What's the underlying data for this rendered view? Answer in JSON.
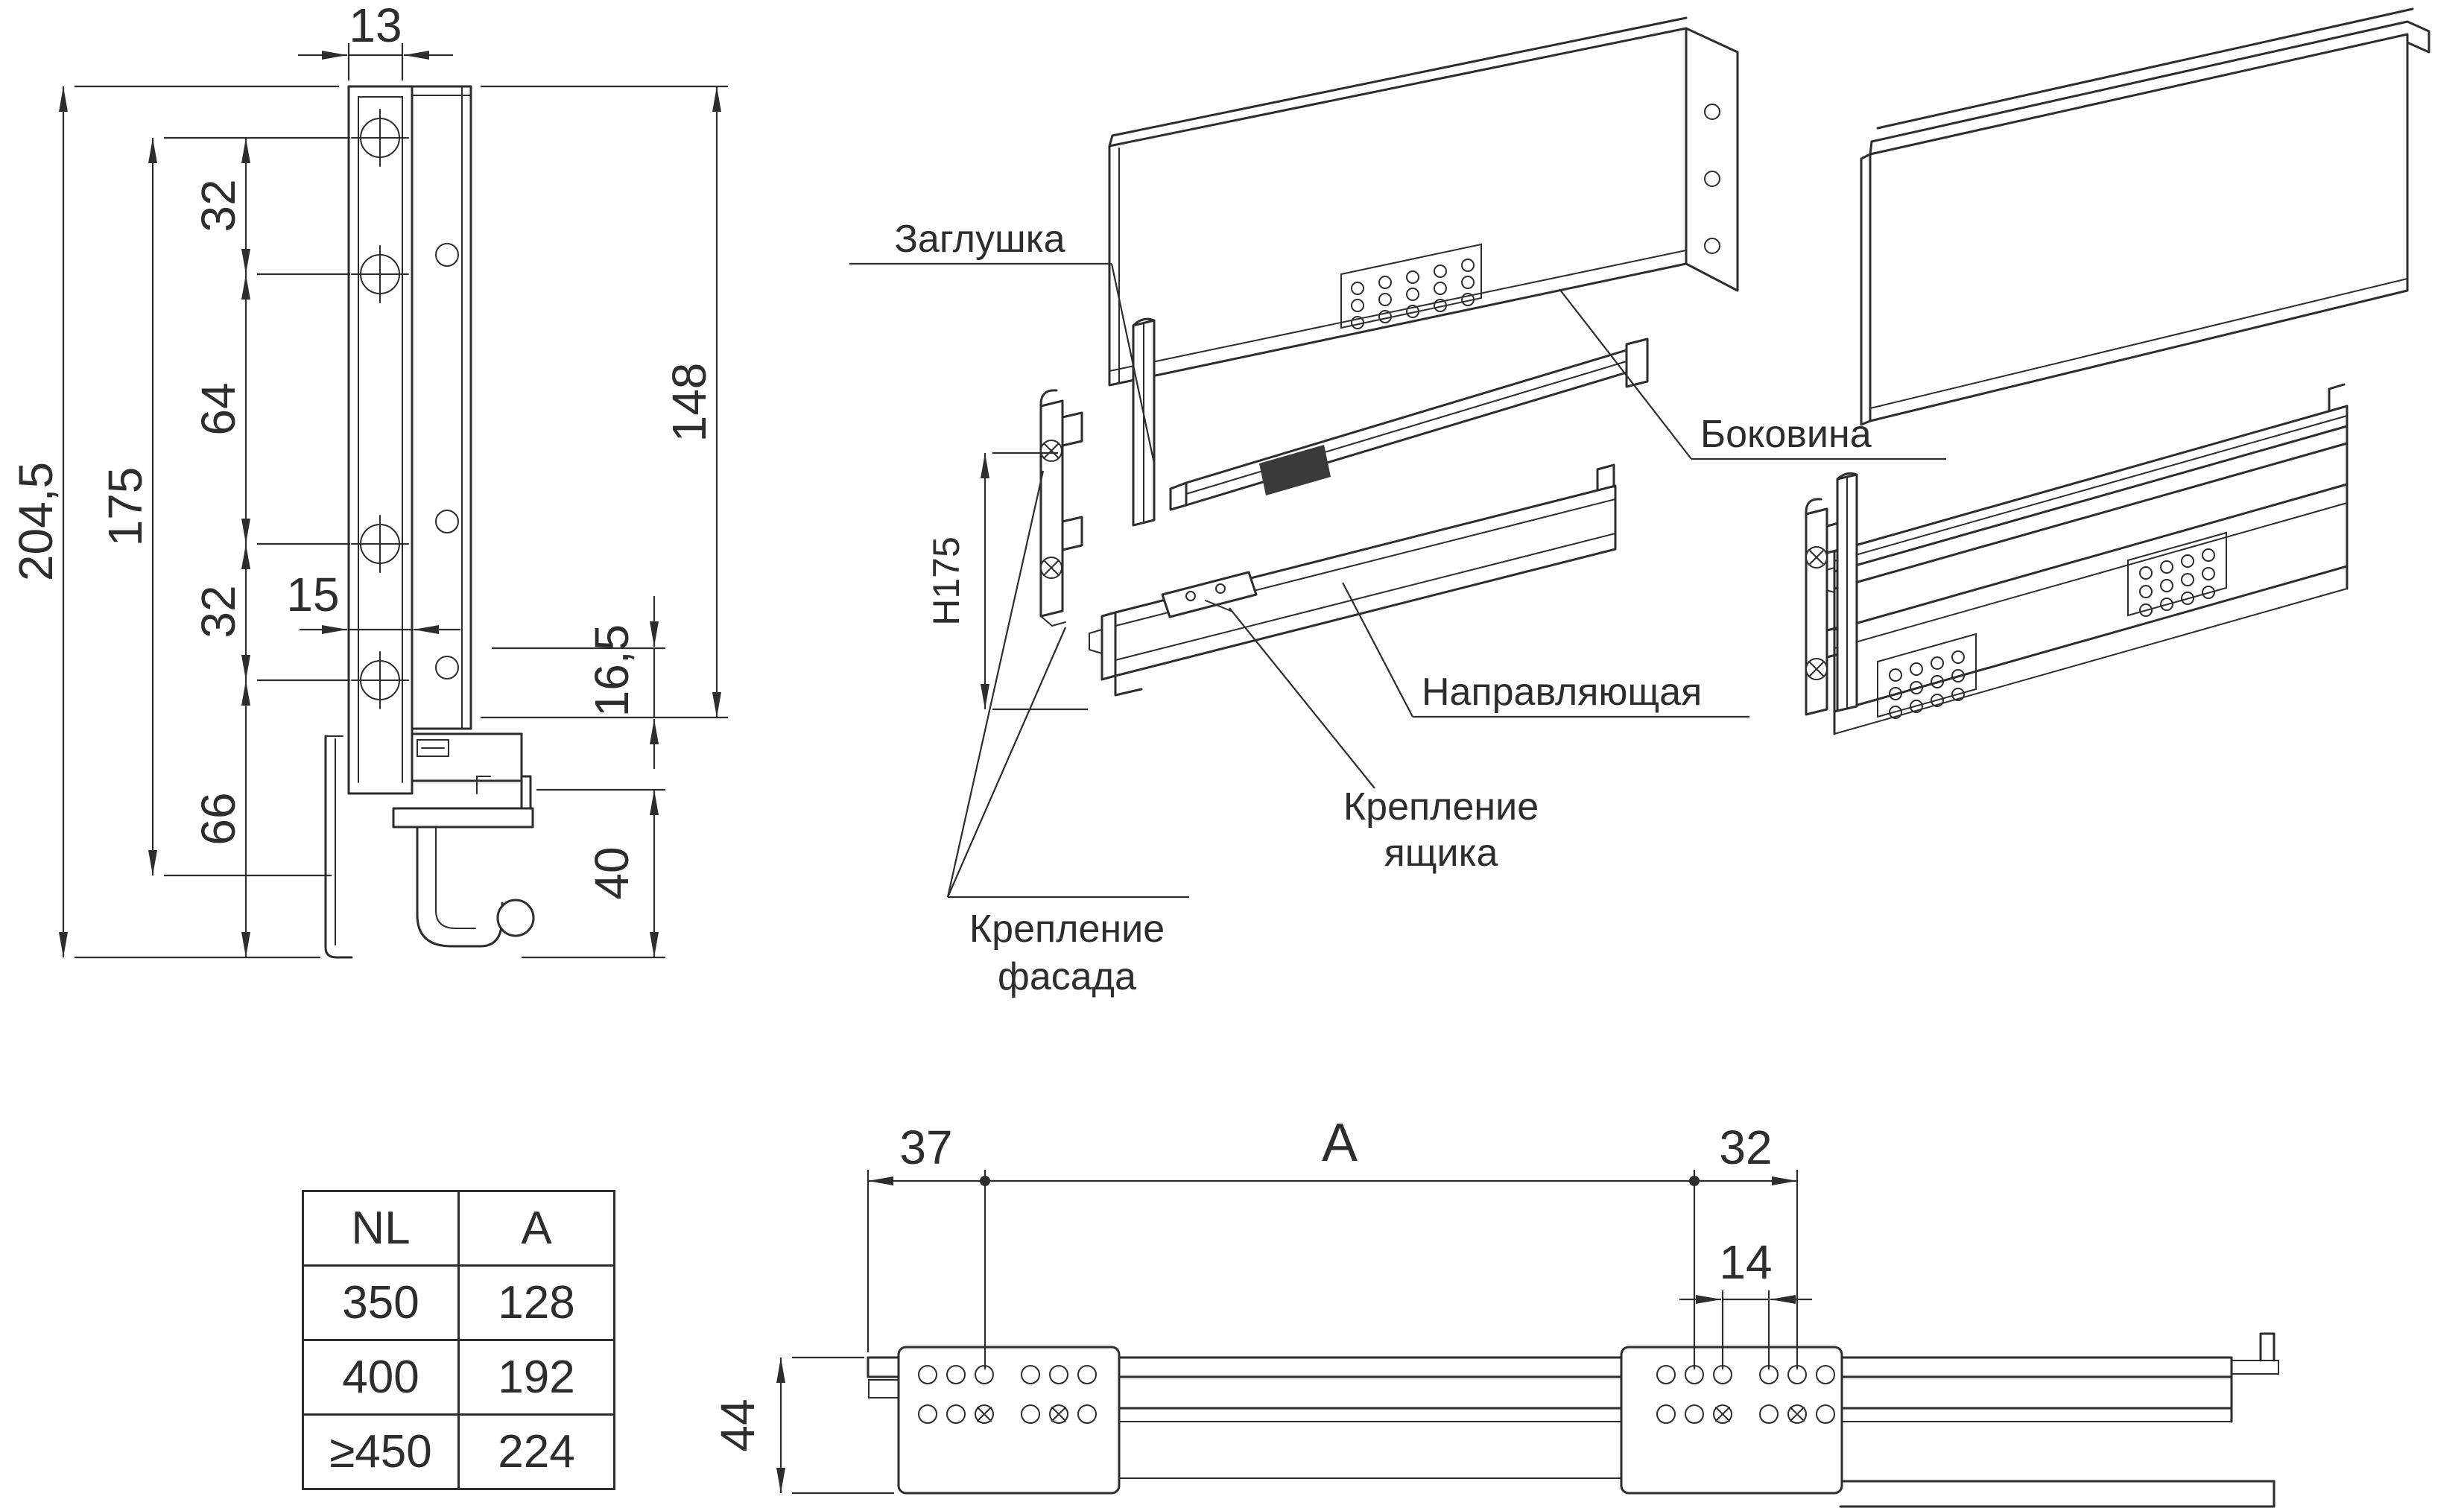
{
  "left_view": {
    "dim_13": "13",
    "dim_204_5": "204,5",
    "dim_175": "175",
    "dim_32_top": "32",
    "dim_64": "64",
    "dim_32_bottom": "32",
    "dim_15": "15",
    "dim_66": "66",
    "dim_148": "148",
    "dim_16_5": "16,5",
    "dim_40": "40"
  },
  "exploded_view": {
    "label_cap": "Заглушка",
    "label_side_panel": "Боковина",
    "label_rail": "Направляющая",
    "label_drawer_mount_1": "Крепление",
    "label_drawer_mount_2": "ящика",
    "label_front_mount_1": "Крепление",
    "label_front_mount_2": "фасада",
    "dim_h175": "H175"
  },
  "size_table": {
    "headers": [
      "NL",
      "A"
    ],
    "rows": [
      [
        "350",
        "128"
      ],
      [
        "400",
        "192"
      ],
      [
        "≥450",
        "224"
      ]
    ]
  },
  "rail_view": {
    "dim_37": "37",
    "dim_A": "A",
    "dim_32": "32",
    "dim_14": "14",
    "dim_44": "44"
  }
}
